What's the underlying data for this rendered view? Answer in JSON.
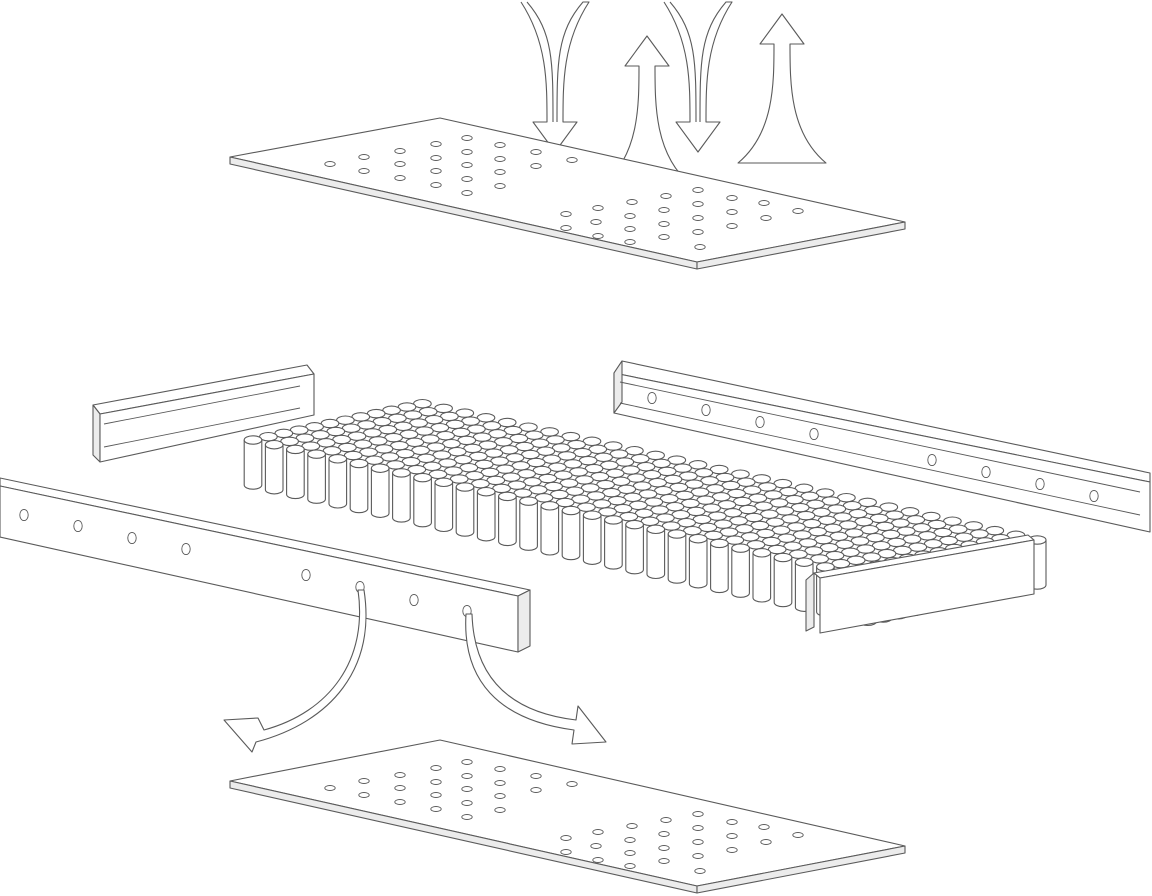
{
  "style": {
    "background": "#ffffff",
    "stroke": "#5a5a5a",
    "fill": "#ffffff",
    "shade": "#ececec"
  },
  "diagram": {
    "top_plate": {
      "hole_count": 46
    },
    "bottom_plate": {
      "hole_count": 46
    },
    "cell_array": {
      "rows": 12,
      "columns": 30
    },
    "rail_left": {
      "hole_count": 8
    },
    "rail_right": {
      "hole_count": 8
    },
    "arrows": {
      "top_down": 2,
      "top_up": 2,
      "bottom_curved": 2
    }
  }
}
